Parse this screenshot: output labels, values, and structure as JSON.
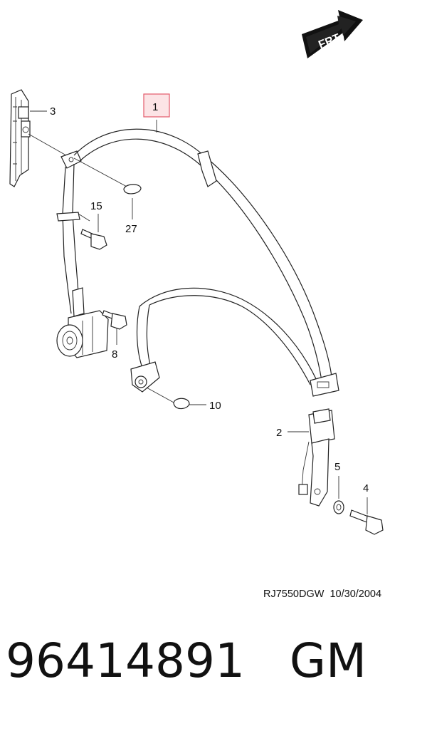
{
  "diagram": {
    "direction_badge": "FRT",
    "highlight_color": "#e35a6a",
    "callouts": [
      {
        "id": "1",
        "label": "1",
        "highlighted": true
      },
      {
        "id": "2",
        "label": "2"
      },
      {
        "id": "3",
        "label": "3"
      },
      {
        "id": "4",
        "label": "4"
      },
      {
        "id": "5",
        "label": "5"
      },
      {
        "id": "8",
        "label": "8"
      },
      {
        "id": "10",
        "label": "10"
      },
      {
        "id": "15",
        "label": "15"
      },
      {
        "id": "27",
        "label": "27"
      }
    ],
    "reference": "RJ7550DGW  10/30/2004",
    "part_number_text": "96414891   GM"
  }
}
